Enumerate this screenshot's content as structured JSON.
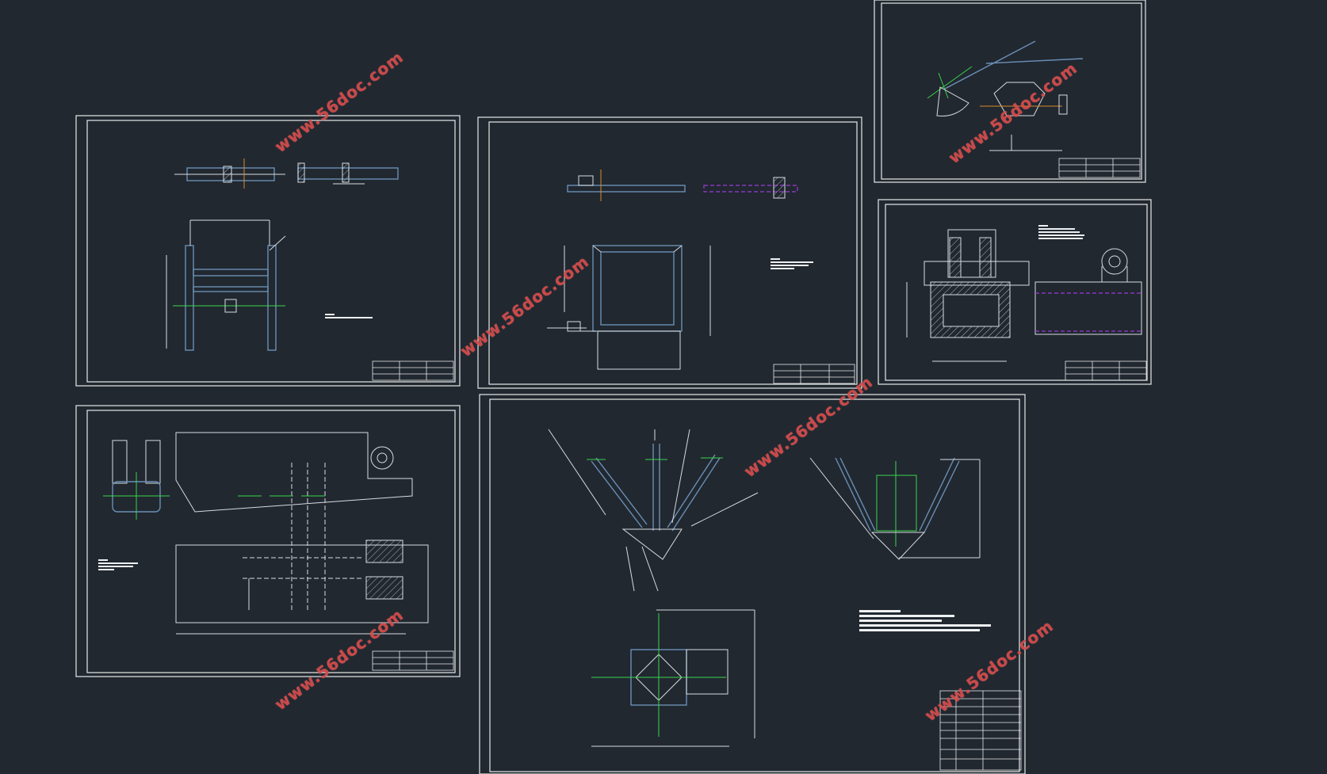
{
  "watermarks": [
    {
      "id": "wm-1",
      "text": "www.56doc.com"
    },
    {
      "id": "wm-2",
      "text": "www.56doc.com"
    },
    {
      "id": "wm-3",
      "text": "www.56doc.com"
    },
    {
      "id": "wm-4",
      "text": "www.56doc.com"
    },
    {
      "id": "wm-5",
      "text": "www.56doc.com"
    },
    {
      "id": "wm-6",
      "text": "www.56doc.com"
    }
  ],
  "colors": {
    "background": "#212830",
    "frame": "#e8e8e8",
    "geometry": "#d7dbe0",
    "steel_blue": "#6b8fb5",
    "centerline_green": "#39d64a",
    "section_orange": "#d98a2b",
    "hidden_purple": "#9a3ad6",
    "watermark_red": "#d94c4c"
  },
  "sheets": [
    {
      "id": "sheet-frame-assembly"
    },
    {
      "id": "sheet-square-frame"
    },
    {
      "id": "sheet-arm-linkage"
    },
    {
      "id": "sheet-bracket-section"
    },
    {
      "id": "sheet-plate-detail"
    },
    {
      "id": "sheet-general-assembly"
    }
  ]
}
